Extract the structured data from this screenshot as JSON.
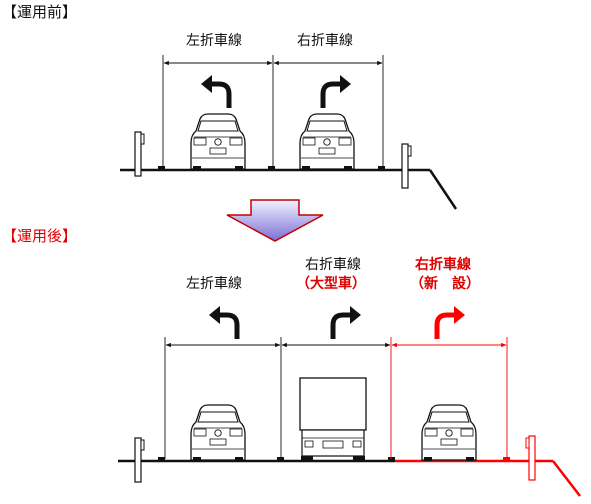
{
  "before": {
    "title": "【運用前】",
    "lanes": [
      "左折車線",
      "右折車線"
    ]
  },
  "after": {
    "title": "【運用後】",
    "lanes": [
      {
        "name": "左折車線",
        "note": ""
      },
      {
        "name": "右折車線",
        "note": "（大型車）"
      },
      {
        "name": "右折車線",
        "note": "（新　設）"
      }
    ]
  },
  "colors": {
    "ink": "#111111",
    "accent_red": "#ff0000",
    "title_red": "#e00000",
    "transition_arrow_top": "#f2f2ff",
    "transition_arrow_bottom": "#7a6fd6",
    "transition_arrow_outline": "#c00000"
  },
  "icons": [
    "left-turn-arrow-icon",
    "right-turn-arrow-icon",
    "car-rear-icon",
    "truck-rear-icon",
    "curb-post-icon",
    "down-arrow-icon"
  ]
}
